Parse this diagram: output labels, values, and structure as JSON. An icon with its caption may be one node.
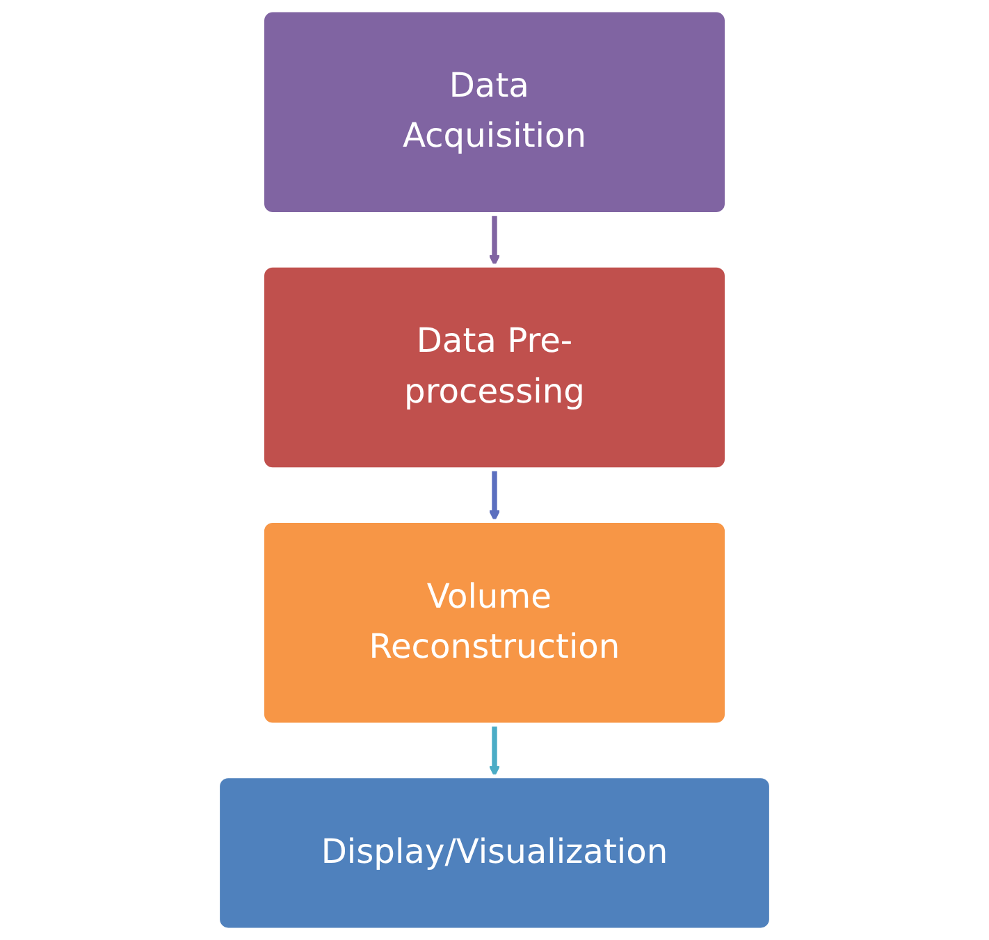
{
  "diagram": {
    "nodes": [
      {
        "text": [
          "Data Acquisition"
        ]
      },
      {
        "text": [
          "Data Pre-processing"
        ]
      },
      {
        "text": [
          "Volume Reconstruction"
        ]
      },
      {
        "text": [
          "Display/Visualization"
        ]
      }
    ],
    "edges": [
      {
        "from": 0,
        "to": 1,
        "arrow": "to",
        "color": "#8064a2"
      },
      {
        "from": 1,
        "to": 2,
        "arrow": "to",
        "color": "#5b6fbf"
      },
      {
        "from": 2,
        "to": 3,
        "arrow": "to",
        "color": "#4bacc6"
      }
    ]
  }
}
